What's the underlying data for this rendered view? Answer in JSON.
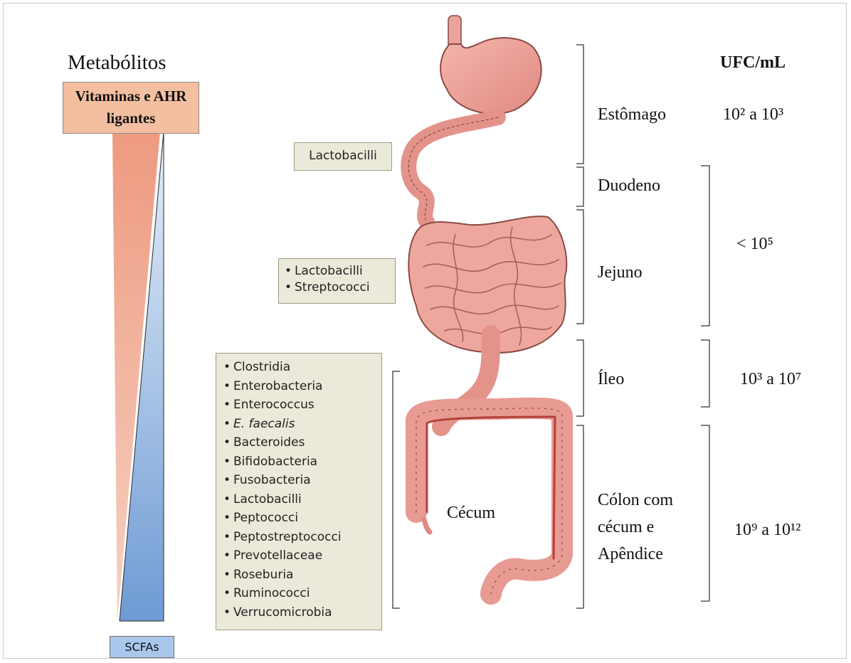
{
  "metabolites": {
    "title": "Metabólitos",
    "top_box": "Vitaminas e AHR ligantes",
    "bottom_box": "SCFAs",
    "colors": {
      "top": "#f4bfa1",
      "top_gradient": "#ee9a80",
      "bottom": "#a9c7ec",
      "bottom_gradient": "#6e9bd4"
    }
  },
  "bacteria_boxes": {
    "stomach": [
      "Lactobacilli"
    ],
    "small_intestine": [
      "Lactobacilli",
      "Streptococci"
    ],
    "colon": [
      "Clostridia",
      "Enterobacteria",
      "Enterococcus",
      "E. faecalis",
      "Bacteroides",
      "Bifidobacteria",
      "Fusobacteria",
      "Lactobacilli",
      "Peptococci",
      "Peptostreptococci",
      "Prevotellaceae",
      "Roseburia",
      "Ruminococci",
      "Verrucomicrobia"
    ],
    "italic_items": [
      "E. faecalis"
    ]
  },
  "anatomy": {
    "cecum_label": "Cécum"
  },
  "regions": [
    {
      "id": "stomach",
      "name": "Estômago",
      "cfu": "10² a 10³"
    },
    {
      "id": "duodenum",
      "name": "Duodeno"
    },
    {
      "id": "jejunum",
      "name": "Jejuno"
    },
    {
      "id": "ileum",
      "name": "Íleo",
      "cfu": "10³ a 10⁷"
    },
    {
      "id": "colon",
      "name": "Cólon com cécum e Apêndice",
      "name_lines": [
        "Cólon com",
        "cécum e",
        "Apêndice"
      ],
      "cfu": "10⁹ a 10¹²"
    }
  ],
  "cfu": {
    "header": "UFC/mL",
    "small_intestine": "< 10⁵"
  }
}
